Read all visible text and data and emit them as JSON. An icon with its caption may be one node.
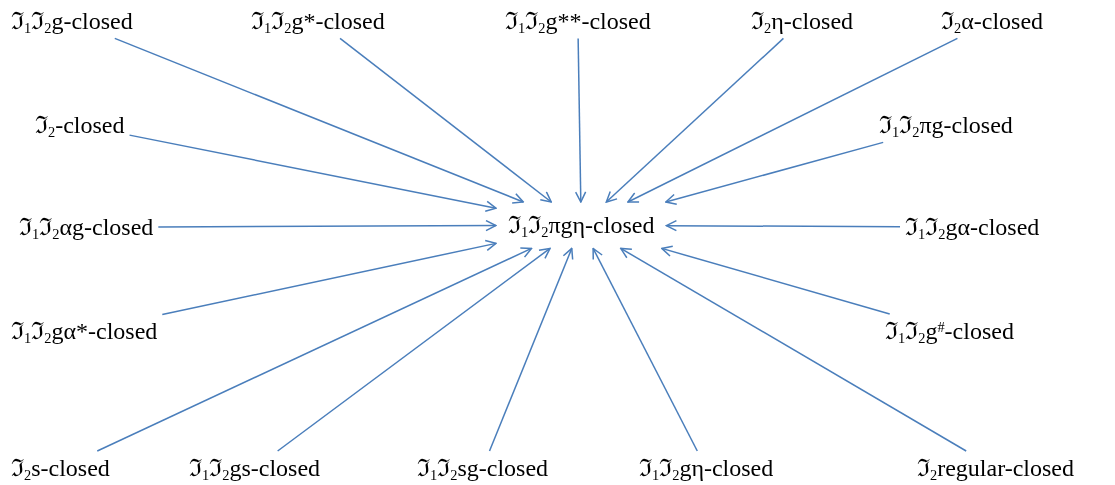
{
  "diagram": {
    "nodes": [
      {
        "text": [
          "ℑ$_{1}$ℑ$_{2}$g-closed"
        ]
      },
      {
        "text": [
          "ℑ$_{1}$ℑ$_{2}$g*-closed"
        ]
      },
      {
        "text": [
          "ℑ$_{1}$ℑ$_{2}$g**-closed"
        ]
      },
      {
        "text": [
          "ℑ$_{2}$η-closed"
        ]
      },
      {
        "text": [
          "ℑ$_{2}$α-closed"
        ]
      },
      {
        "text": [
          "ℑ$_{2}$-closed"
        ]
      },
      {
        "text": [
          "ℑ$_{1}$ℑ$_{2}$πg-closed"
        ]
      },
      {
        "text": [
          "ℑ$_{1}$ℑ$_{2}$αg-closed"
        ]
      },
      {
        "text": [
          "ℑ$_{1}$ℑ$_{2}$πgη-closed"
        ]
      },
      {
        "text": [
          "ℑ$_{1}$ℑ$_{2}$gα-closed"
        ]
      },
      {
        "text": [
          "ℑ$_{1}$ℑ$_{2}$gα*-closed"
        ]
      },
      {
        "text": [
          "ℑ$_{1}$ℑ$_{2}$g$^{#}$-closed"
        ]
      },
      {
        "text": [
          "ℑ$_{2}$s-closed"
        ]
      },
      {
        "text": [
          "ℑ$_{1}$ℑ$_{2}$gs-closed"
        ]
      },
      {
        "text": [
          "ℑ$_{1}$ℑ$_{2}$sg-closed"
        ]
      },
      {
        "text": [
          "ℑ$_{1}$ℑ$_{2}$gη-closed"
        ]
      },
      {
        "text": [
          "ℑ$_{2}$regular-closed"
        ]
      }
    ],
    "edges": [
      {
        "from": 0,
        "to": 8,
        "arrow": "to"
      },
      {
        "from": 1,
        "to": 8,
        "arrow": "to"
      },
      {
        "from": 2,
        "to": 8,
        "arrow": "to"
      },
      {
        "from": 3,
        "to": 8,
        "arrow": "to"
      },
      {
        "from": 4,
        "to": 8,
        "arrow": "to"
      },
      {
        "from": 5,
        "to": 8,
        "arrow": "to"
      },
      {
        "from": 6,
        "to": 8,
        "arrow": "to"
      },
      {
        "from": 7,
        "to": 8,
        "arrow": "to"
      },
      {
        "from": 9,
        "to": 8,
        "arrow": "to"
      },
      {
        "from": 10,
        "to": 8,
        "arrow": "to"
      },
      {
        "from": 11,
        "to": 8,
        "arrow": "to"
      },
      {
        "from": 12,
        "to": 8,
        "arrow": "to"
      },
      {
        "from": 13,
        "to": 8,
        "arrow": "to"
      },
      {
        "from": 14,
        "to": 8,
        "arrow": "to"
      },
      {
        "from": 15,
        "to": 8,
        "arrow": "to"
      },
      {
        "from": 16,
        "to": 8,
        "arrow": "to"
      }
    ]
  }
}
